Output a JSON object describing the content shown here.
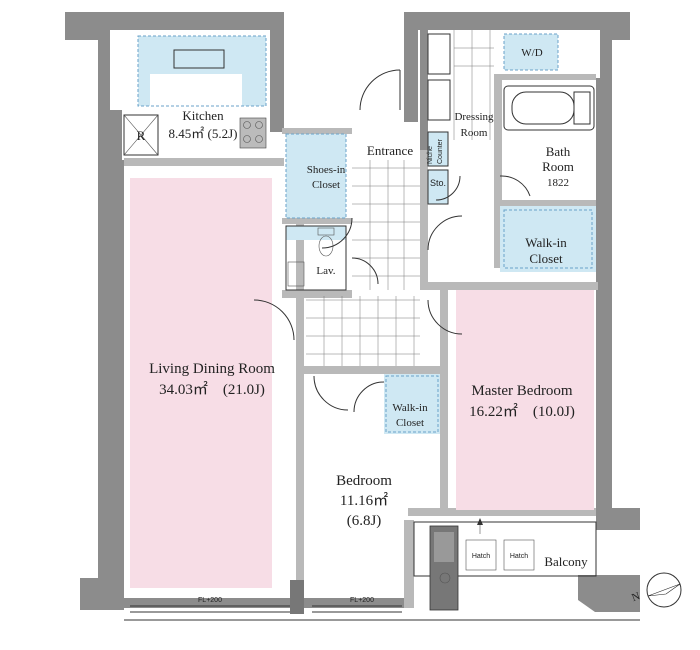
{
  "rooms": {
    "kitchen": {
      "name": "Kitchen",
      "area": "8.45㎡ (5.2J)"
    },
    "refrigerator": {
      "label": "R"
    },
    "shoes_closet": {
      "line1": "Shoes-in",
      "line2": "Closet"
    },
    "entrance": {
      "name": "Entrance"
    },
    "niche_counter": {
      "line1": "Niche",
      "line2": "Counter"
    },
    "dressing_room": {
      "line1": "Dressing",
      "line2": "Room"
    },
    "washer_dryer": {
      "label": "W/D"
    },
    "bath_room": {
      "line1": "Bath",
      "line2": "Room",
      "size": "1822"
    },
    "storage": {
      "label": "Sto."
    },
    "walkin_master": {
      "line1": "Walk-in",
      "line2": "Closet"
    },
    "lavatory": {
      "label": "Lav."
    },
    "living_dining": {
      "name": "Living Dining Room",
      "area": "34.03㎡　(21.0J)"
    },
    "walkin_bedroom": {
      "line1": "Walk-in",
      "line2": "Closet"
    },
    "master_bedroom": {
      "name": "Master Bedroom",
      "area": "16.22㎡　(10.0J)"
    },
    "bedroom": {
      "name": "Bedroom",
      "area": "11.16㎡",
      "tatami": "(6.8J)"
    },
    "balcony": {
      "name": "Balcony",
      "hatch1": "Hatch",
      "hatch2": "Hatch"
    }
  },
  "floor_levels": {
    "left": "FL+200",
    "right": "FL+200"
  },
  "compass": {
    "label": "N"
  },
  "colors": {
    "wall": "#8c8c8c",
    "closet": "#cfe8f3",
    "room_highlight": "#f7dde6"
  }
}
